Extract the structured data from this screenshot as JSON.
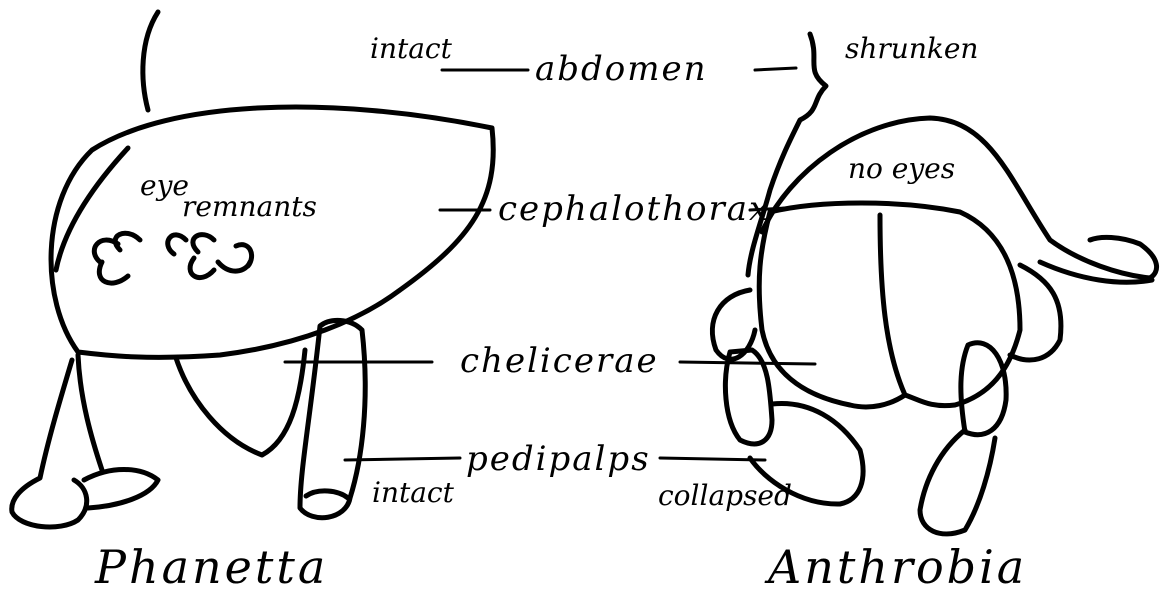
{
  "labels": {
    "abdomen": "abdomen",
    "cephalothorax": "cephalothorax",
    "chelicerae": "chelicerae",
    "pedipalps": "pedipalps"
  },
  "phanetta": {
    "name": "Phanetta",
    "abdomen_note": "intact",
    "eye_note_1": "eye",
    "eye_note_2": "remnants",
    "pedipalp_note": "intact"
  },
  "anthrobia": {
    "name": "Anthrobia",
    "abdomen_note": "shrunken",
    "eye_note": "no eyes",
    "pedipalp_note": "collapsed"
  }
}
